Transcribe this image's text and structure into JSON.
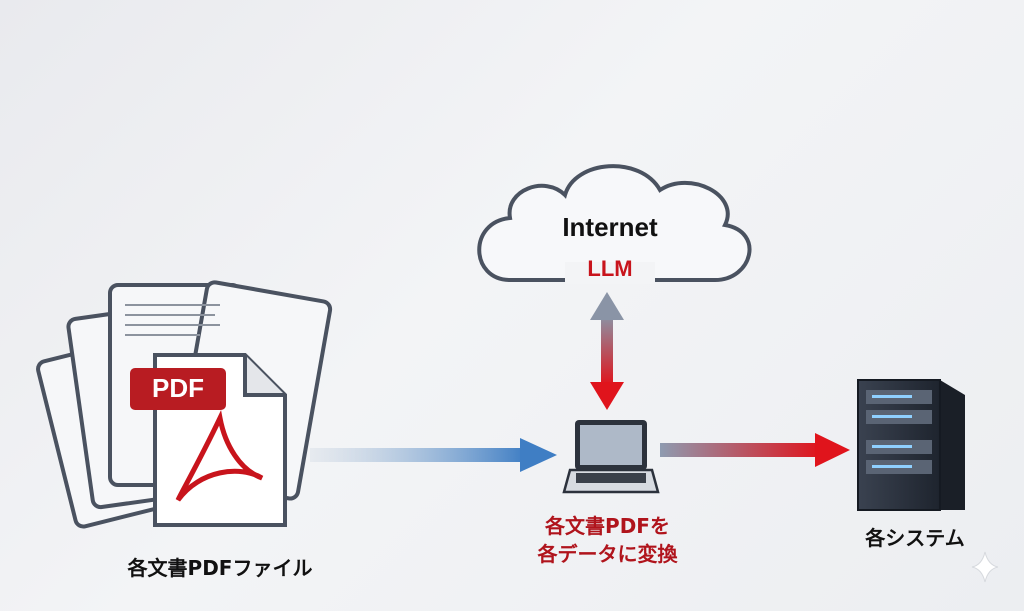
{
  "cloud": {
    "title": "Internet",
    "subtitle": "LLM"
  },
  "documents": {
    "tag": "PDF",
    "label": "各文書PDFファイル"
  },
  "laptop": {
    "label_line1": "各文書PDFを",
    "label_line2": "各データに変換"
  },
  "server": {
    "label": "各システム"
  },
  "colors": {
    "accent_red": "#c8141c",
    "arrow_blue": "#3f6fa8",
    "outline": "#4a5260"
  }
}
